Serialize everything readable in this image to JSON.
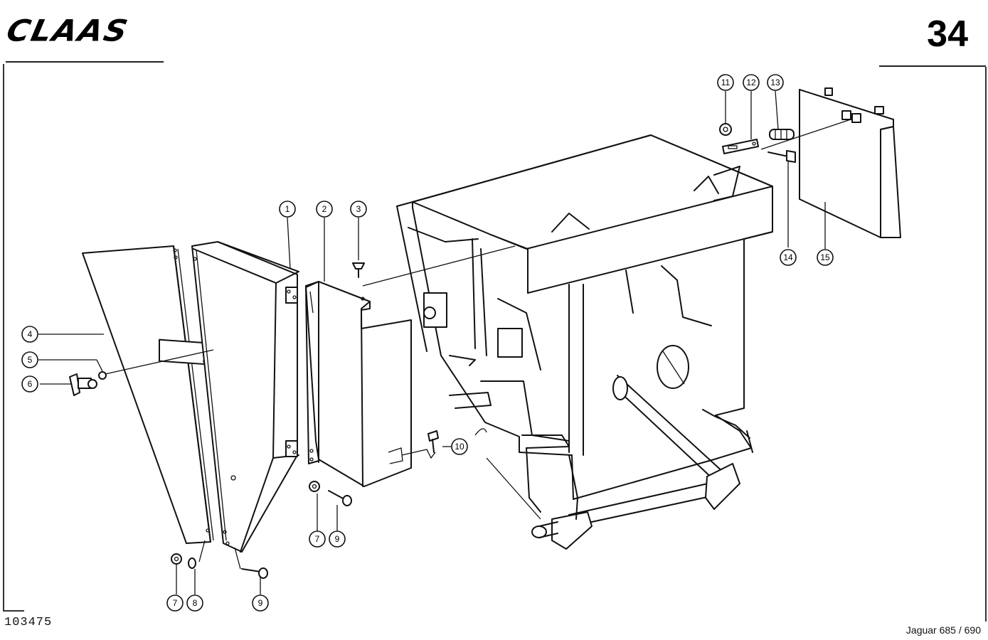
{
  "header": {
    "brand_logo": "CLAAS",
    "page_number": "34"
  },
  "footer": {
    "drawing_number": "103475",
    "model": "Jaguar 685 / 690"
  },
  "callouts": [
    "1",
    "2",
    "3",
    "4",
    "5",
    "6",
    "7",
    "8",
    "9",
    "10",
    "11",
    "12",
    "13",
    "14",
    "15",
    "7",
    "9"
  ],
  "icons": [
    "claas-logo"
  ]
}
